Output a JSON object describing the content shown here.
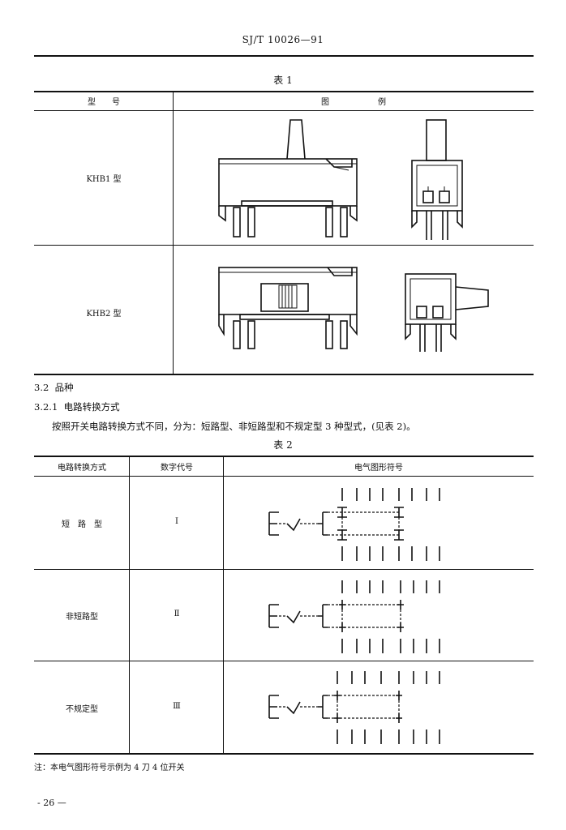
{
  "header": {
    "code": "SJ/T 10026—91"
  },
  "table1": {
    "caption": "表 1",
    "col_type": "型　　号",
    "col_figure": "图　　　　　　例",
    "rows": [
      {
        "type": "KHB1 型"
      },
      {
        "type": "KHB2 型"
      }
    ]
  },
  "section_3_2": {
    "number": "3.2",
    "title": "品种"
  },
  "section_3_2_1": {
    "number": "3.2.1",
    "title": "电路转换方式",
    "paragraph": "按照开关电路转换方式不同，分为：短路型、非短路型和不规定型 3 种型式，(见表 2)。"
  },
  "table2": {
    "caption": "表 2",
    "col_mode": "电路转换方式",
    "col_code": "数字代号",
    "col_symbol": "电气图形符号",
    "rows": [
      {
        "mode": "短　路　型",
        "code": "Ⅰ"
      },
      {
        "mode": "非短路型",
        "code": "Ⅱ"
      },
      {
        "mode": "不规定型",
        "code": "Ⅲ"
      }
    ]
  },
  "note": "注：本电气图形符号示例为 4 刀 4 位开关",
  "page_number": "- 26 —"
}
